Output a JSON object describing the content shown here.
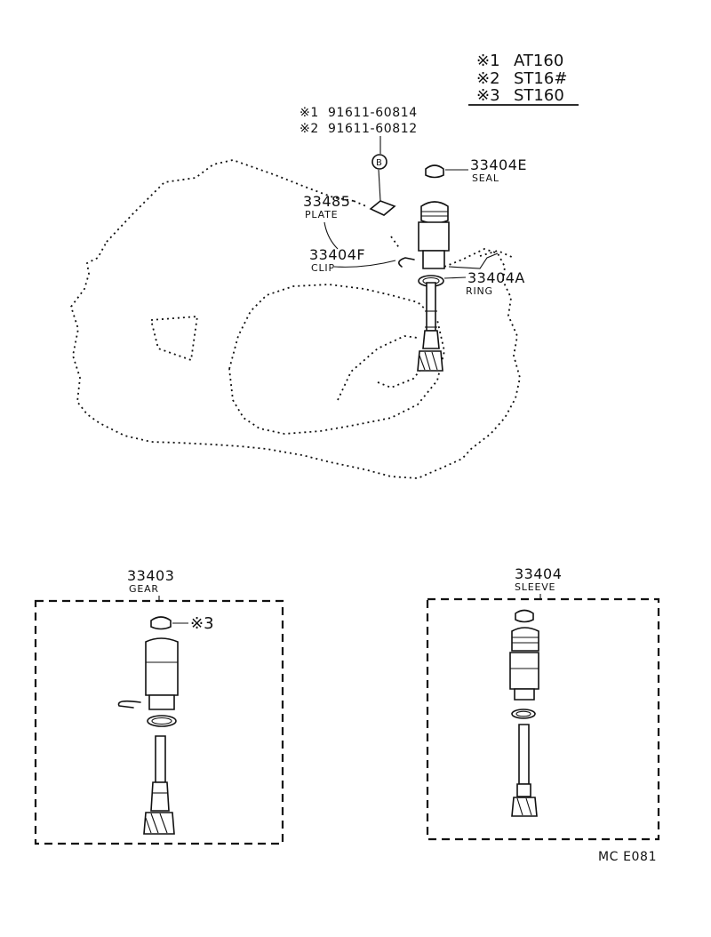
{
  "legend": {
    "items": [
      {
        "mark": "※1",
        "text": "AT160"
      },
      {
        "mark": "※2",
        "text": "ST16#"
      },
      {
        "mark": "※3",
        "text": "ST160"
      }
    ]
  },
  "bolt_callout": {
    "lines": [
      {
        "mark": "※1",
        "text": "91611-60814"
      },
      {
        "mark": "※2",
        "text": "91611-60812"
      }
    ],
    "symbol": "B"
  },
  "parts": {
    "seal": {
      "number": "33404E",
      "name": "SEAL"
    },
    "plate": {
      "number": "33485",
      "name": "PLATE"
    },
    "clip": {
      "number": "33404F",
      "name": "CLIP"
    },
    "ring": {
      "number": "33404A",
      "name": "RING"
    }
  },
  "gear_box": {
    "number": "33403",
    "name": "GEAR",
    "note": "※3"
  },
  "sleeve_box": {
    "number": "33404",
    "name": "SLEEVE"
  },
  "figure_code": "MC E081"
}
